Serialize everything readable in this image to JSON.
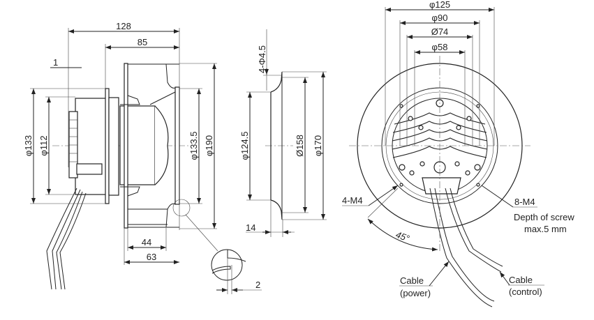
{
  "side_view": {
    "dims": {
      "overall_length": "128",
      "impeller_length": "85",
      "offset": "1",
      "d133": "φ133",
      "d112": "φ112",
      "d133_5": "φ133.5",
      "d190": "φ190",
      "d44": "44",
      "d63": "63",
      "detail_gap": "2"
    }
  },
  "inlet_ring": {
    "dims": {
      "holes": "4-Φ4.5",
      "d124_5": "φ124.5",
      "d158": "Ø158",
      "d170": "φ170",
      "depth": "14"
    }
  },
  "rear_view": {
    "dims": {
      "d125": "φ125",
      "d90": "φ90",
      "d74": "Ø74",
      "d58": "φ58",
      "angle": "45°"
    },
    "callouts": {
      "m4_4": "4-M4",
      "m4_8": "8-M4",
      "screw_depth_1": "Depth of screw",
      "screw_depth_2": "max.5 mm",
      "cable_power_1": "Cable",
      "cable_power_2": "(power)",
      "cable_control_1": "Cable",
      "cable_control_2": "(control)"
    }
  },
  "colors": {
    "line": "#222222",
    "background": "#ffffff"
  }
}
